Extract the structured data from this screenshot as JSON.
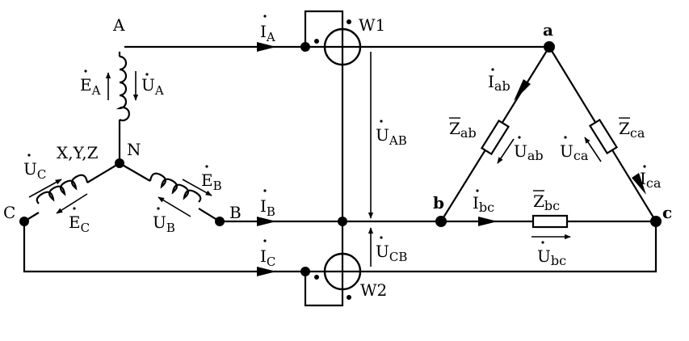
{
  "nodes": {
    "A": "A",
    "B": "B",
    "C": "C",
    "N": "N",
    "XYZ": "X,Y,Z",
    "a": "a",
    "b": "b",
    "c": "c"
  },
  "meters": {
    "W1": "W1",
    "W2": "W2"
  },
  "quantities": {
    "I_A": {
      "base": "I",
      "sub": "A"
    },
    "I_B": {
      "base": "I",
      "sub": "B"
    },
    "I_C": {
      "base": "I",
      "sub": "C"
    },
    "E_A": {
      "base": "E",
      "sub": "A"
    },
    "U_A": {
      "base": "U",
      "sub": "A"
    },
    "E_B": {
      "base": "E",
      "sub": "B"
    },
    "U_B": {
      "base": "U",
      "sub": "B"
    },
    "E_C": {
      "base": "E",
      "sub": "C"
    },
    "U_C": {
      "base": "U",
      "sub": "C"
    },
    "U_AB": {
      "base": "U",
      "sub": "AB"
    },
    "U_CB": {
      "base": "U",
      "sub": "CB"
    },
    "I_ab": {
      "base": "I",
      "sub": "ab"
    },
    "I_bc": {
      "base": "I",
      "sub": "bc"
    },
    "I_ca": {
      "base": "I",
      "sub": "ca"
    },
    "U_ab": {
      "base": "U",
      "sub": "ab"
    },
    "U_bc": {
      "base": "U",
      "sub": "bc"
    },
    "U_ca": {
      "base": "U",
      "sub": "ca"
    },
    "Z_ab": {
      "base": "Z",
      "sub": "ab"
    },
    "Z_bc": {
      "base": "Z",
      "sub": "bc"
    },
    "Z_ca": {
      "base": "Z",
      "sub": "ca"
    }
  },
  "colors": {
    "line": "#000000",
    "background": "#ffffff"
  }
}
